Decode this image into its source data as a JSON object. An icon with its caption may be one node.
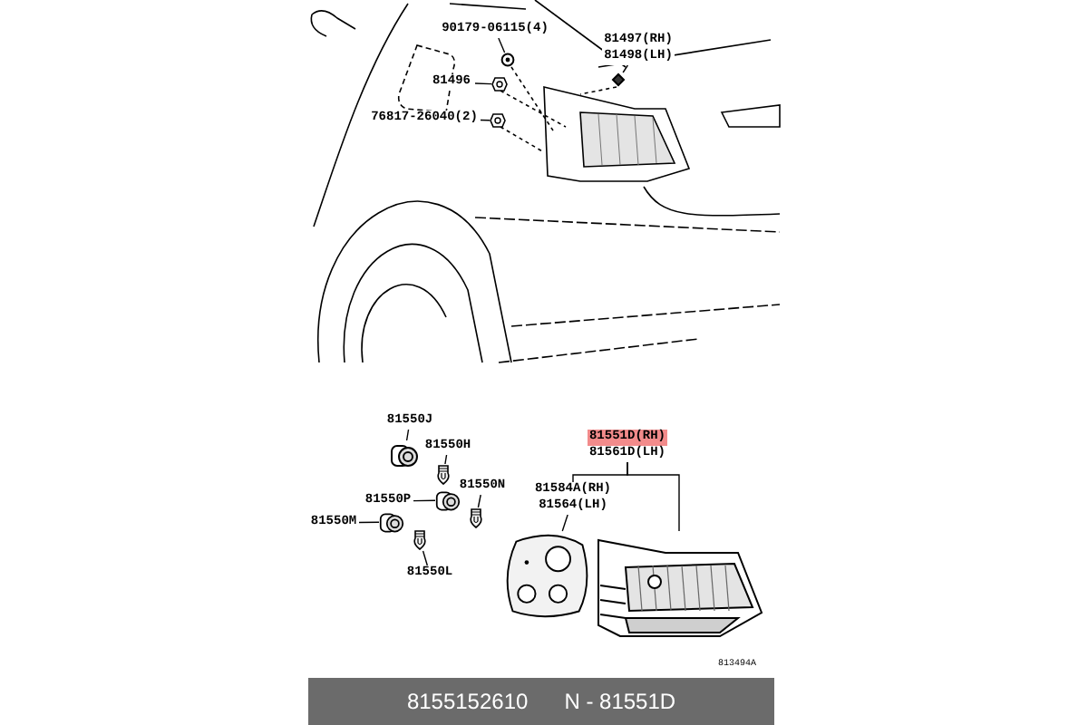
{
  "diagram": {
    "nodes": [
      {
        "text": [
          "90179-06115(4)"
        ]
      },
      {
        "text": [],
        "shape": "picture"
      },
      {
        "text": [
          "81497(RH)",
          "81498(LH)"
        ]
      },
      {
        "text": [],
        "shape": "picture"
      },
      {
        "text": [
          "81496"
        ]
      },
      {
        "text": [],
        "shape": "picture"
      },
      {
        "text": [
          "76817-26040(2)"
        ]
      },
      {
        "text": [],
        "shape": "picture"
      },
      {
        "text": [
          "81550J"
        ]
      },
      {
        "text": [],
        "shape": "picture"
      },
      {
        "text": [
          "81550H"
        ]
      },
      {
        "text": [],
        "shape": "picture"
      },
      {
        "text": [
          "81550N"
        ]
      },
      {
        "text": [],
        "shape": "picture"
      },
      {
        "text": [
          "81550P"
        ]
      },
      {
        "text": [],
        "shape": "picture"
      },
      {
        "text": [
          "81550M"
        ]
      },
      {
        "text": [],
        "shape": "picture"
      },
      {
        "text": [
          "81550L"
        ]
      },
      {
        "text": [],
        "shape": "picture"
      },
      {
        "text": [
          "81551D(RH)",
          "81561D(LH)"
        ]
      },
      {
        "text": [
          "81584A(RH)",
          "81564(LH)"
        ]
      },
      {
        "text": [],
        "shape": "picture"
      },
      {
        "text": [],
        "shape": "picture"
      }
    ],
    "edges": [
      {
        "from": 0,
        "to": 1,
        "arrow": "none"
      },
      {
        "from": 2,
        "to": 3,
        "arrow": "none"
      },
      {
        "from": 4,
        "to": 5,
        "arrow": "none"
      },
      {
        "from": 6,
        "to": 7,
        "arrow": "none"
      },
      {
        "from": 8,
        "to": 9,
        "arrow": "none"
      },
      {
        "from": 10,
        "to": 11,
        "arrow": "none"
      },
      {
        "from": 12,
        "to": 13,
        "arrow": "none"
      },
      {
        "from": 14,
        "to": 15,
        "arrow": "none"
      },
      {
        "from": 16,
        "to": 17,
        "arrow": "none"
      },
      {
        "from": 18,
        "to": 19,
        "arrow": "none"
      },
      {
        "from": 20,
        "to": 21,
        "arrow": "none"
      },
      {
        "from": 20,
        "to": 23,
        "arrow": "none"
      },
      {
        "from": 21,
        "to": 22,
        "arrow": "none"
      }
    ],
    "labels": [
      "813494A",
      "8155152610",
      "N - 81551D"
    ]
  }
}
